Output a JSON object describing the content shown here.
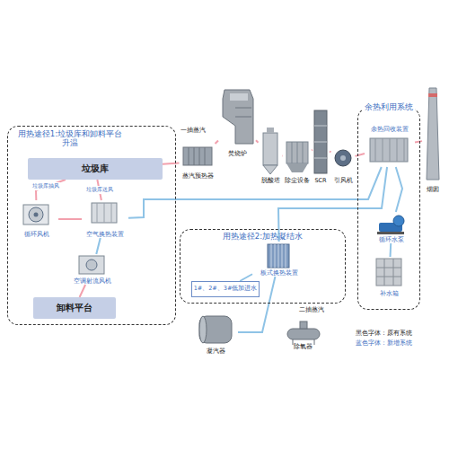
{
  "diagram": {
    "nodes": [
      {
        "text": [
          "用热途径1:垃圾库和卸料平台升温"
        ]
      },
      {
        "text": [
          "垃圾库"
        ],
        "in": 0
      },
      {
        "text": [
          "循环风机"
        ],
        "in": 0
      },
      {
        "text": [
          "空气换热装置"
        ],
        "in": 0
      },
      {
        "text": [
          "空调射流风机"
        ],
        "in": 0
      },
      {
        "text": [
          "卸料平台"
        ],
        "in": 0
      },
      {
        "text": [
          "蒸汽预热器"
        ]
      },
      {
        "text": [
          "焚烧炉"
        ]
      },
      {
        "text": [
          "脱酸塔"
        ]
      },
      {
        "text": [
          "除尘设备"
        ]
      },
      {
        "text": [
          "SCR"
        ]
      },
      {
        "text": [
          "引风机"
        ]
      },
      {
        "text": [
          "余热利用系统"
        ]
      },
      {
        "text": [
          "余热回收装置"
        ],
        "in": 12
      },
      {
        "text": [
          "循环水泵"
        ],
        "in": 12
      },
      {
        "text": [
          "补水箱"
        ],
        "in": 12
      },
      {
        "text": [
          "烟囱"
        ]
      },
      {
        "text": [
          "用热途径2:加热凝结水"
        ]
      },
      {
        "text": [
          "板式换热装置"
        ],
        "in": 17
      },
      {
        "text": [
          "1#、2#、3#低加进水"
        ],
        "in": 17
      },
      {
        "text": [
          "凝汽器"
        ]
      },
      {
        "text": [
          "除氧器"
        ]
      }
    ],
    "edges": [
      {
        "from": 1,
        "to": 6,
        "arrow": "none"
      },
      {
        "from": 6,
        "to": 7,
        "arrow": "none"
      },
      {
        "from": 7,
        "to": 8,
        "arrow": "none"
      },
      {
        "from": 8,
        "to": 9,
        "arrow": "none"
      },
      {
        "from": 9,
        "to": 10,
        "arrow": "none"
      },
      {
        "from": 10,
        "to": 11,
        "arrow": "none"
      },
      {
        "from": 11,
        "to": 13,
        "arrow": "none"
      },
      {
        "from": 13,
        "to": 16,
        "arrow": "none"
      },
      {
        "from": 1,
        "to": 2,
        "label": "垃圾库抽风",
        "arrow": "none"
      },
      {
        "from": 2,
        "to": 3,
        "arrow": "none"
      },
      {
        "from": 3,
        "to": 1,
        "label": "垃圾库送风",
        "arrow": "none"
      },
      {
        "from": 13,
        "to": 3,
        "arrow": "none"
      },
      {
        "from": 3,
        "to": 4,
        "arrow": "none"
      },
      {
        "from": 4,
        "to": 5,
        "arrow": "none"
      },
      {
        "from": 13,
        "to": 18,
        "arrow": "none"
      },
      {
        "from": 14,
        "to": 13,
        "arrow": "none"
      },
      {
        "from": 15,
        "to": 14,
        "arrow": "none"
      },
      {
        "from": 18,
        "to": 19,
        "arrow": "none"
      },
      {
        "from": 20,
        "to": 18,
        "arrow": "none"
      }
    ],
    "labels": [
      "一抽蒸汽",
      "二抽蒸汽"
    ],
    "legend": [
      {
        "text": "黑色字体：原有系统"
      },
      {
        "text": "蓝色字体：新增系统"
      }
    ]
  }
}
